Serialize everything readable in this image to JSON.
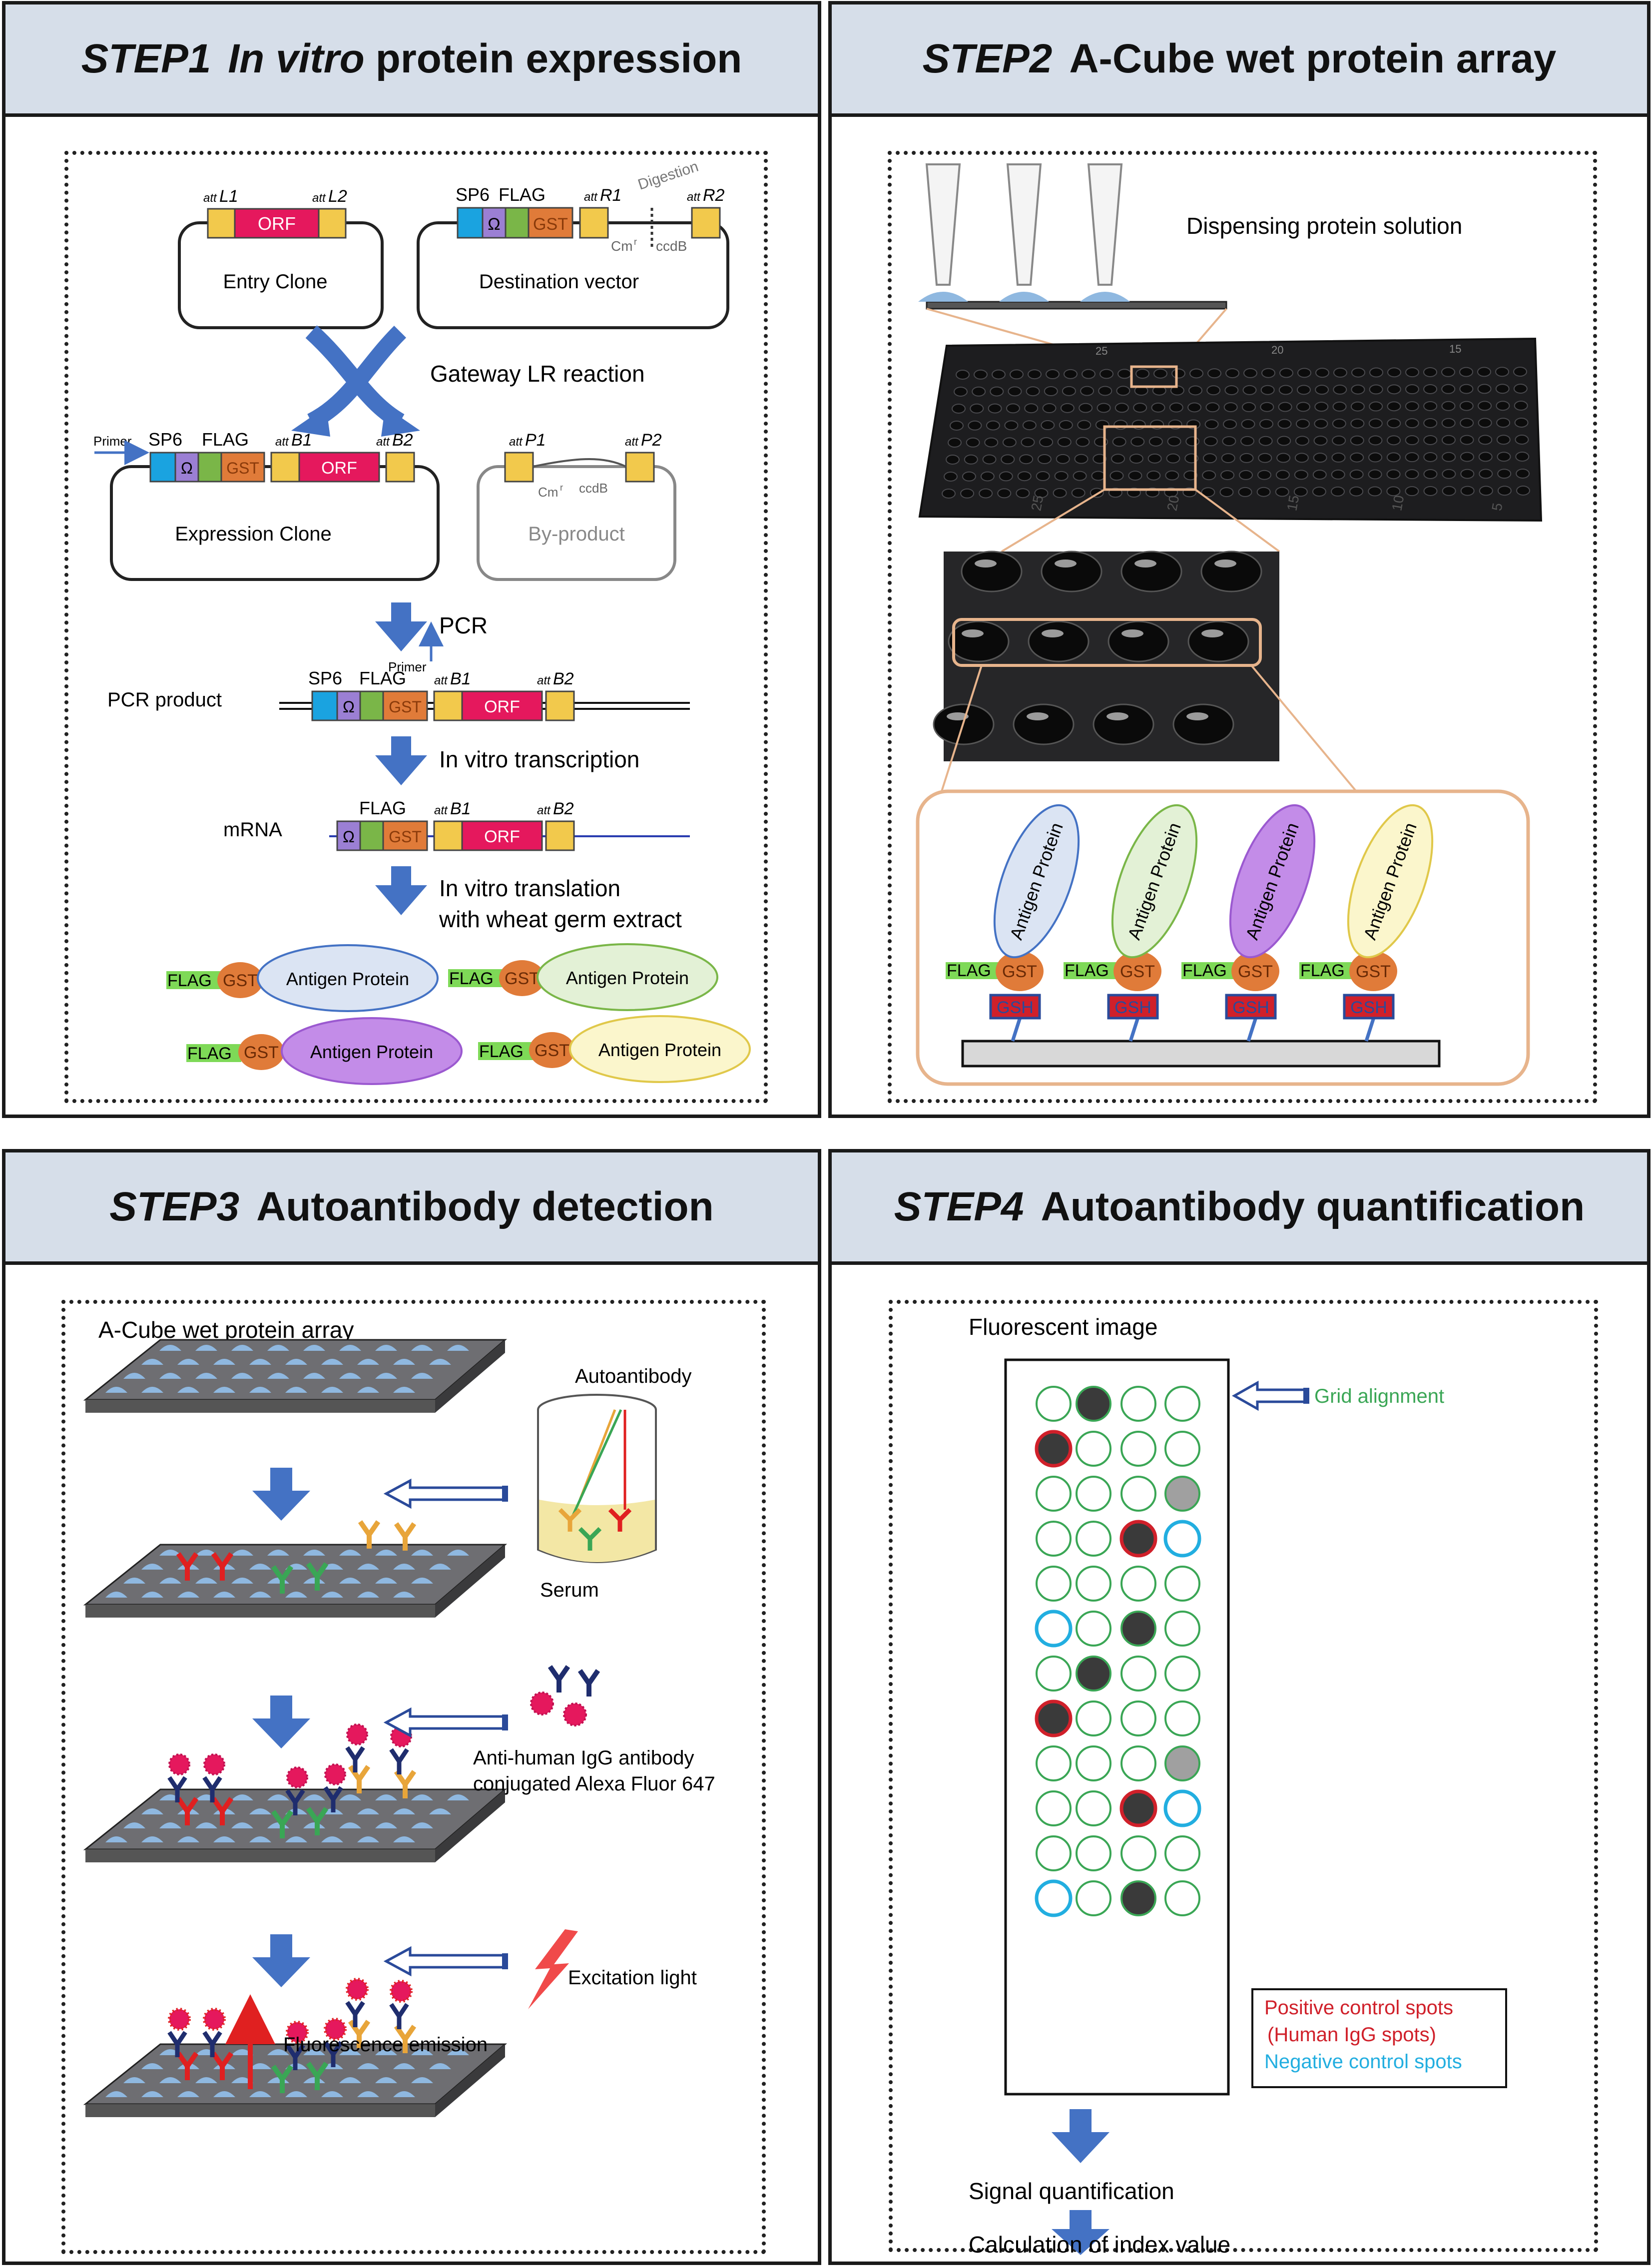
{
  "step1": {
    "title_step": "STEP1",
    "title_italic": "In vitro",
    "title_rest": "protein expression",
    "attL1": "L1",
    "attL2": "L2",
    "att_prefix": "att",
    "orf": "ORF",
    "entry_clone": "Entry Clone",
    "sp6": "SP6",
    "flag": "FLAG",
    "omega": "Ω",
    "gst": "GST",
    "attR1": "R1",
    "attR2": "R2",
    "digestion": "Digestion",
    "cm": "Cm",
    "cm_sup": "r",
    "ccdb": "ccdB",
    "destination_vector": "Destination  vector",
    "gateway": "Gateway LR reaction",
    "primer": "Primer",
    "attB1": "B1",
    "attB2": "B2",
    "expression_clone": "Expression Clone",
    "attP1": "P1",
    "attP2": "P2",
    "by_product": "By-product",
    "pcr": "PCR",
    "pcr_product": "PCR product",
    "in_vitro_transcription": "In vitro transcription",
    "mrna": "mRNA",
    "in_vitro_translation_1": "In vitro translation",
    "in_vitro_translation_2": "with wheat germ extract",
    "antigen_protein": "Antigen Protein"
  },
  "step2": {
    "title_step": "STEP2",
    "title_rest": "A-Cube wet protein array",
    "dispensing": "Dispensing protein solution",
    "ruler_labels": [
      "25",
      "20",
      "15",
      "10",
      "5"
    ],
    "plate_top_labels": [
      "25",
      "20",
      "15"
    ],
    "antigen_protein": "Antigen Protein",
    "flag": "FLAG",
    "gst": "GST",
    "gsh": "GSH"
  },
  "step3": {
    "title_step": "STEP3",
    "title_rest": "Autoantibody detection",
    "array_label": "A-Cube wet protein array",
    "autoantibody": "Autoantibody",
    "serum": "Serum",
    "anti_human_1": "Anti-human  IgG antibody",
    "anti_human_2": "conjugated Alexa Fluor 647",
    "excitation": "Excitation  light",
    "fluorescence": "Fluorescence  emission"
  },
  "step4": {
    "title_step": "STEP4",
    "title_rest": "Autoantibody quantification",
    "fluorescent_image": "Fluorescent image",
    "grid_alignment": "Grid alignment",
    "positive_1": "Positive  control spots",
    "positive_2": "(Human IgG spots)",
    "negative": "Negative  control spots",
    "signal_quantification": "Signal quantification",
    "calculation": "Calculation of index value",
    "grid": [
      [
        "e",
        "d",
        "e",
        "e"
      ],
      [
        "p",
        "e",
        "e",
        "e"
      ],
      [
        "e",
        "e",
        "e",
        "g"
      ],
      [
        "e",
        "e",
        "p",
        "n"
      ],
      [
        "e",
        "e",
        "e",
        "e"
      ],
      [
        "n",
        "e",
        "d",
        "e"
      ],
      [
        "e",
        "d",
        "e",
        "e"
      ],
      [
        "p",
        "e",
        "e",
        "e"
      ],
      [
        "e",
        "e",
        "e",
        "g"
      ],
      [
        "e",
        "e",
        "p",
        "n"
      ],
      [
        "e",
        "e",
        "e",
        "e"
      ],
      [
        "n",
        "e",
        "d",
        "e"
      ]
    ]
  },
  "colors": {
    "header_bg": "#d6dee9",
    "arrow_blue": "#4472c4",
    "orf": "#e5185d",
    "gst": "#e07b39",
    "flag": "#7ab648",
    "sp6": "#1aa3e0",
    "omega": "#9b7fd4",
    "att": "#f2c94c",
    "positive": "#d0202a",
    "negative": "#22aee0",
    "grid_green": "#3aa655"
  }
}
